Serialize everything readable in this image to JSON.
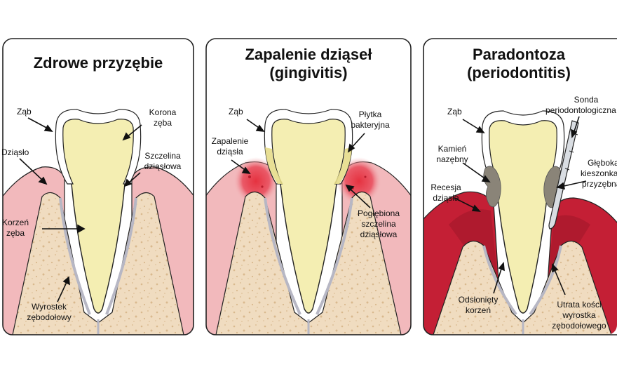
{
  "colors": {
    "gum_healthy": "#f2b9bc",
    "gum_healthy_dark": "#e79aa0",
    "gum_inflamed": "#ea5a68",
    "gum_inflamed_core": "#e53240",
    "gum_periodontitis": "#c41f35",
    "gum_periodontitis_dark": "#9f1628",
    "bone": "#f0dcc0",
    "bone_texture": "#d9b98e",
    "root": "#f4eeb2",
    "enamel": "#ffffff",
    "outline": "#222222",
    "plaque": "#efe7a6",
    "calculus": "#8a8478",
    "probe": "#d9dde2"
  },
  "panels": [
    {
      "title_lines": [
        "Zdrowe przyzębie"
      ],
      "labels": {
        "zab": "Ząb",
        "korona": [
          "Korona",
          "zęba"
        ],
        "dziaslo": "Dziąsło",
        "szczelina": [
          "Szczelina",
          "dziąsłowa"
        ],
        "korzen": [
          "Korzeń",
          "zęba"
        ],
        "wyrostek": [
          "Wyrostek",
          "zębodołowy"
        ]
      }
    },
    {
      "title_lines": [
        "Zapalenie dziąseł",
        "(gingivitis)"
      ],
      "labels": {
        "zab": "Ząb",
        "plytka": [
          "Płytka",
          "bakteryjna"
        ],
        "zapalenie": [
          "Zapalenie",
          "dziąsła"
        ],
        "poglebiona": [
          "Pogłębiona",
          "szczelina",
          "dziąsłowa"
        ]
      }
    },
    {
      "title_lines": [
        "Paradontoza",
        "(periodontitis)"
      ],
      "labels": {
        "zab": "Ząb",
        "sonda": [
          "Sonda",
          "periodontologiczna"
        ],
        "kamien": [
          "Kamień",
          "nazębny"
        ],
        "gleboka": [
          "Głęboka",
          "kieszonka",
          "przyzębna"
        ],
        "recesja": [
          "Recesja",
          "dziąsła"
        ],
        "odsloniety": [
          "Odsłonięty",
          "korzeń"
        ],
        "utrata": [
          "Utrata kości",
          "wyrostka",
          "zębodołowego"
        ]
      }
    }
  ]
}
